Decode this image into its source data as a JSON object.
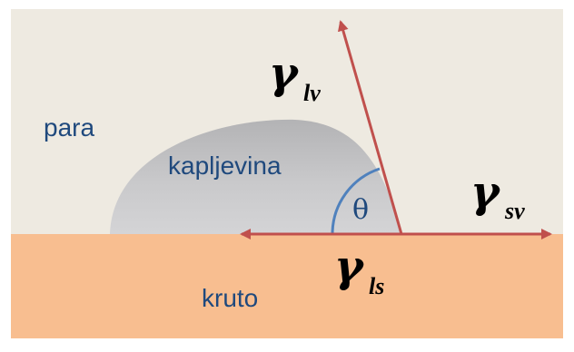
{
  "labels": {
    "vapor": "para",
    "liquid": "kapljevina",
    "solid": "kruto",
    "angle": "θ"
  },
  "tensions": {
    "liquid_vapor": {
      "symbol": "γ",
      "subscript": "lv"
    },
    "solid_vapor": {
      "symbol": "γ",
      "subscript": "sv"
    },
    "liquid_solid": {
      "symbol": "γ",
      "subscript": "ls"
    }
  },
  "colors": {
    "vapor_bg": "#EEEAE1",
    "solid_bg": "#F8BE90",
    "droplet": "#C0C0C2",
    "arrow": "#C0504D",
    "angle_arc": "#4F81BD",
    "label_text": "#1F497D",
    "gamma_text": "#000000"
  }
}
